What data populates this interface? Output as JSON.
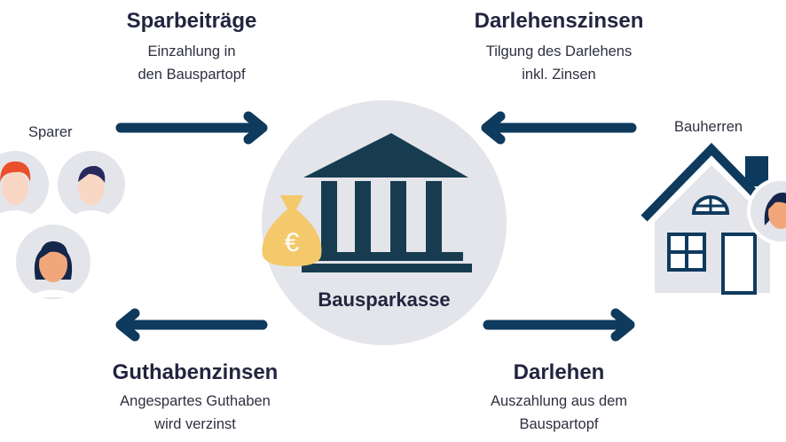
{
  "colors": {
    "navy": "#0e3a5e",
    "circle": "#e4e5ea",
    "bank": "#173c50",
    "bag": "#f3c96c",
    "text": "#23253f"
  },
  "top_left": {
    "title": "Sparbeiträge",
    "line1": "Einzahlung in",
    "line2": "den Bauspartopf"
  },
  "top_right": {
    "title": "Darlehenszinsen",
    "line1": "Tilgung des Darlehens",
    "line2": "inkl. Zinsen"
  },
  "bottom_left": {
    "title": "Guthabenzinsen",
    "line1": "Angespartes Guthaben",
    "line2": "wird verzinst"
  },
  "bottom_right": {
    "title": "Darlehen",
    "line1": "Auszahlung aus dem",
    "line2": "Bauspartopf"
  },
  "center": {
    "label": "Bausparkasse",
    "currency_symbol": "€"
  },
  "left_group": {
    "label": "Sparer"
  },
  "right_group": {
    "label": "Bauherren"
  }
}
